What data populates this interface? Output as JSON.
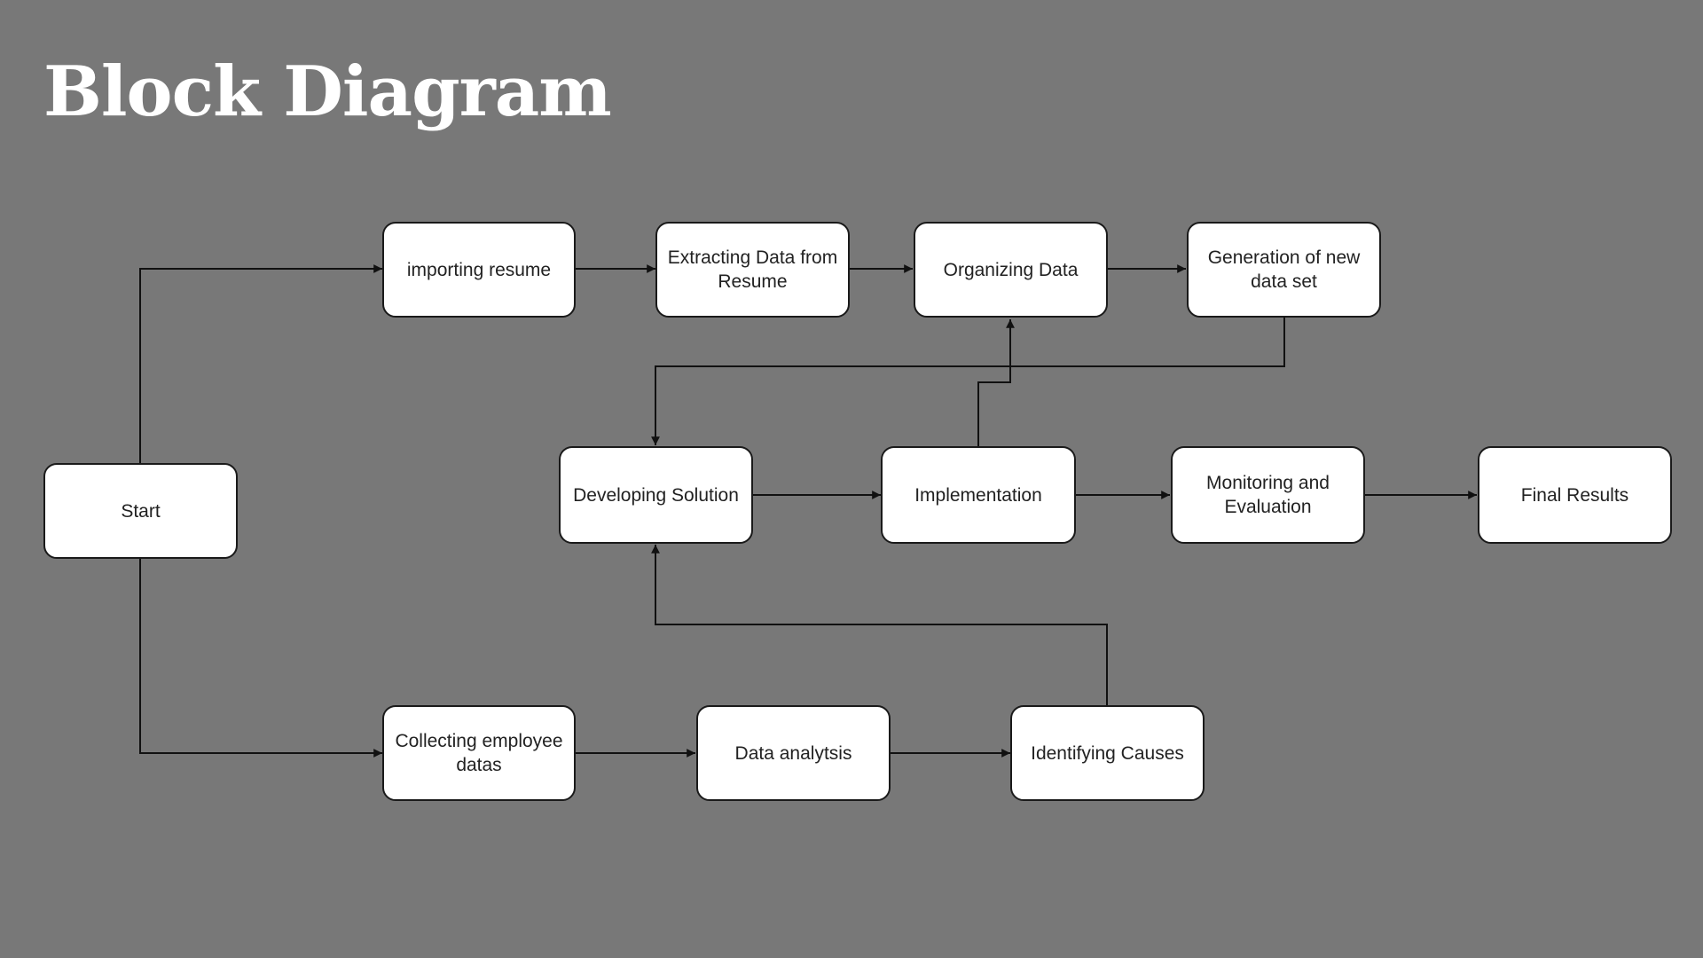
{
  "slide": {
    "title": "Block Diagram"
  },
  "diagram": {
    "nodes": {
      "start": "Start",
      "importing_resume": "importing resume",
      "extracting_data": "Extracting Data from Resume",
      "organizing_data": "Organizing Data",
      "generation_new_dataset": "Generation of new data set",
      "developing_solution": "Developing Solution",
      "implementation": "Implementation",
      "monitoring_evaluation": "Monitoring and Evaluation",
      "final_results": "Final Results",
      "collecting_employee_datas": "Collecting employee datas",
      "data_analysis": "Data analytsis",
      "identifying_causes": "Identifying Causes"
    },
    "edges": [
      [
        "start",
        "importing_resume"
      ],
      [
        "start",
        "collecting_employee_datas"
      ],
      [
        "importing_resume",
        "extracting_data"
      ],
      [
        "extracting_data",
        "organizing_data"
      ],
      [
        "organizing_data",
        "generation_new_dataset"
      ],
      [
        "generation_new_dataset",
        "developing_solution"
      ],
      [
        "developing_solution",
        "implementation"
      ],
      [
        "implementation",
        "organizing_data"
      ],
      [
        "implementation",
        "monitoring_evaluation"
      ],
      [
        "monitoring_evaluation",
        "final_results"
      ],
      [
        "collecting_employee_datas",
        "data_analysis"
      ],
      [
        "data_analysis",
        "identifying_causes"
      ],
      [
        "identifying_causes",
        "developing_solution"
      ]
    ],
    "colors": {
      "background": "#787878",
      "node_fill": "#ffffff",
      "stroke": "#111111",
      "title": "#ffffff"
    }
  }
}
